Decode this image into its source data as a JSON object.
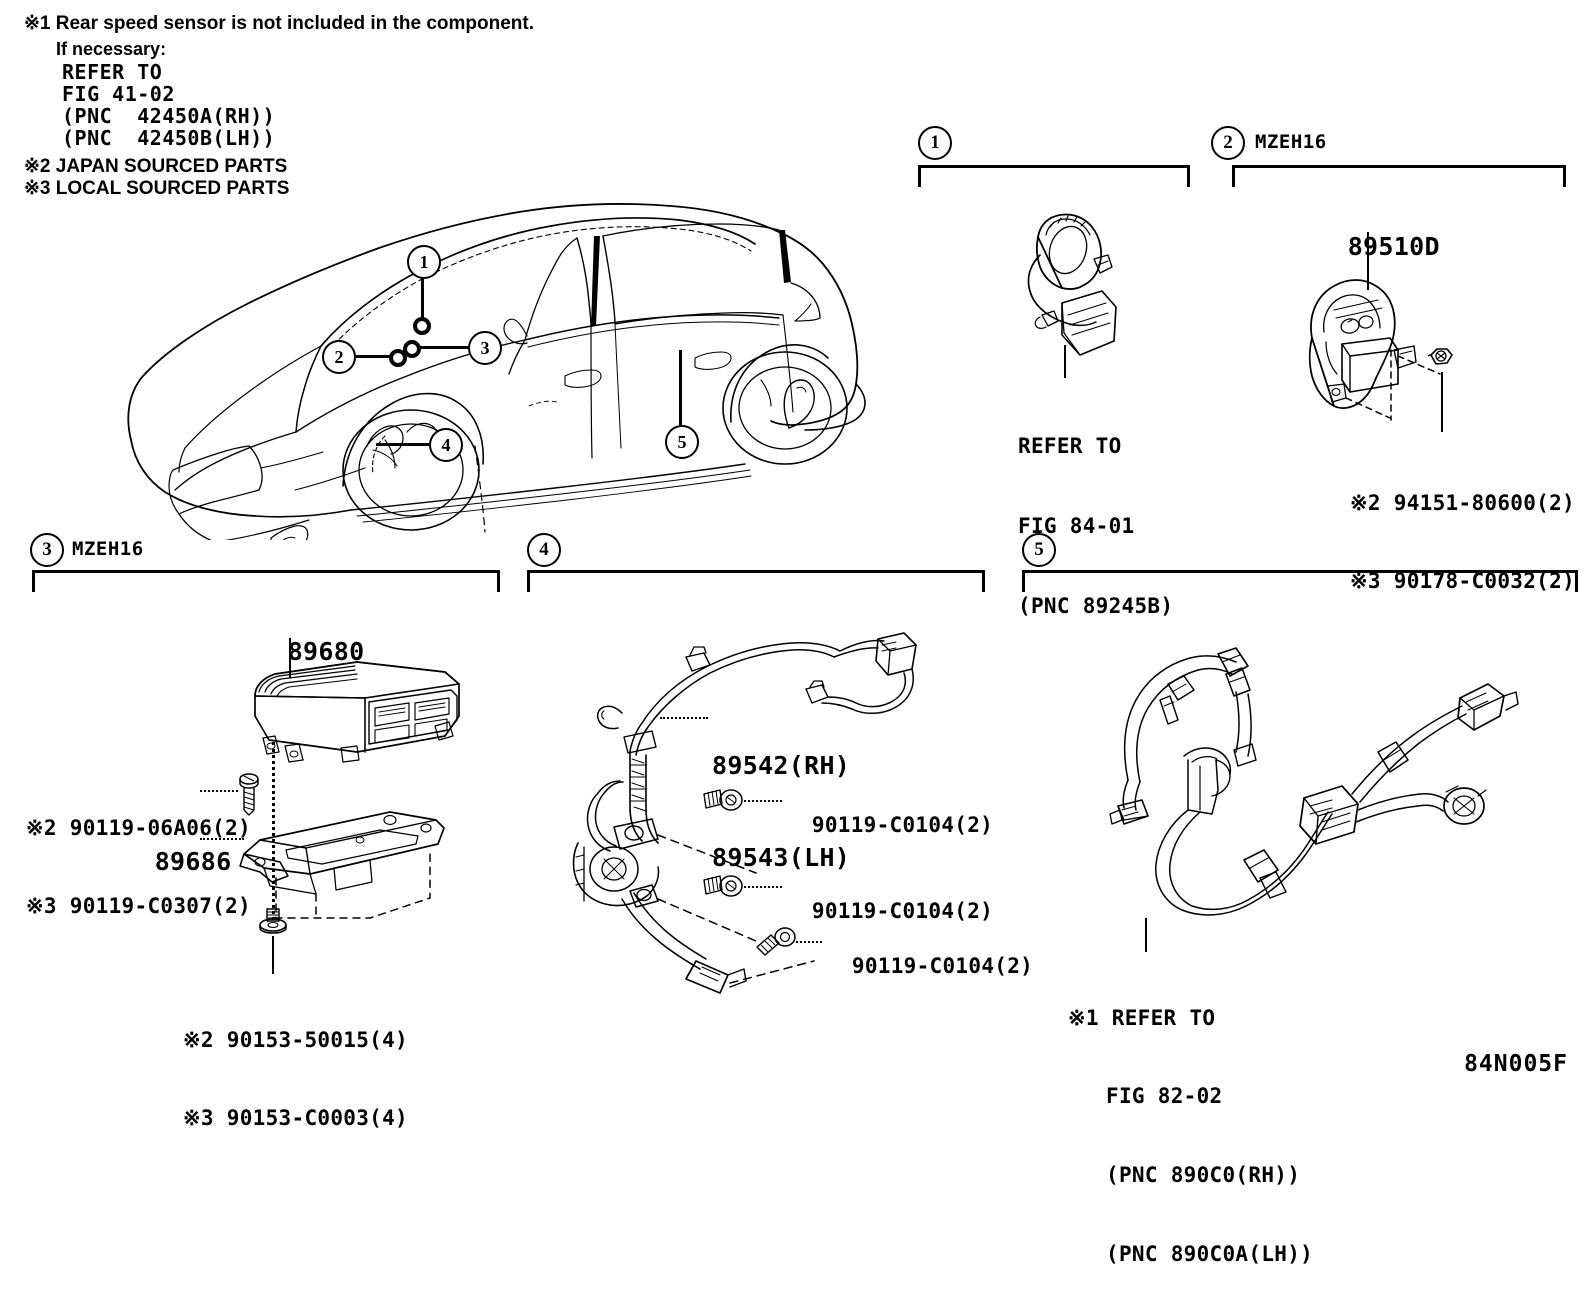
{
  "notes": {
    "items": [
      {
        "text": "※1 Rear speed sensor is not included in the component.",
        "style": "sans"
      },
      {
        "text": "If necessary:",
        "style": "sans"
      },
      {
        "text": "REFER TO",
        "style": "mono"
      },
      {
        "text": "FIG 41-02",
        "style": "mono"
      },
      {
        "text": "(PNC  42450A(RH))",
        "style": "mono"
      },
      {
        "text": "(PNC  42450B(LH))",
        "style": "mono"
      },
      {
        "text": "※2 JAPAN SOURCED PARTS",
        "style": "sans"
      },
      {
        "text": "※3 LOCAL SOURCED PARTS",
        "style": "sans"
      }
    ]
  },
  "vehicle": {
    "callouts": [
      {
        "number": "1"
      },
      {
        "number": "2"
      },
      {
        "number": "3"
      },
      {
        "number": "4"
      },
      {
        "number": "5"
      }
    ]
  },
  "panels": [
    {
      "number": "1",
      "code": "",
      "labels": [
        {
          "id": "p1-refer",
          "lines": [
            "REFER TO",
            "FIG 84-01",
            "(PNC 89245B)"
          ]
        }
      ]
    },
    {
      "number": "2",
      "code": "MZEH16",
      "labels": [
        {
          "id": "p2-part",
          "lines": [
            "89510D"
          ]
        },
        {
          "id": "p2-bolt",
          "lines": [
            "※2 94151-80600(2)",
            "※3 90178-C0032(2)"
          ]
        }
      ]
    },
    {
      "number": "3",
      "code": "MZEH16",
      "labels": [
        {
          "id": "p3-ecu",
          "lines": [
            "89680"
          ]
        },
        {
          "id": "p3-screw",
          "lines": [
            "※2 90119-06A06(2)",
            "※3 90119-C0307(2)"
          ]
        },
        {
          "id": "p3-bracket",
          "lines": [
            "89686"
          ]
        },
        {
          "id": "p3-nut",
          "lines": [
            "※2 90153-50015(4)",
            "※3 90153-C0003(4)"
          ]
        }
      ]
    },
    {
      "number": "4",
      "code": "",
      "labels": [
        {
          "id": "p4-sensor",
          "lines": [
            "89542(RH)",
            "89543(LH)"
          ]
        },
        {
          "id": "p4-bolt1",
          "lines": [
            "90119-C0104(2)"
          ]
        },
        {
          "id": "p4-bolt2",
          "lines": [
            "90119-C0104(2)"
          ]
        },
        {
          "id": "p4-bolt3",
          "lines": [
            "90119-C0104(2)"
          ]
        }
      ]
    },
    {
      "number": "5",
      "code": "",
      "labels": [
        {
          "id": "p5-refer",
          "lines": [
            "※1 REFER TO",
            "FIG 82-02",
            "(PNC 890C0(RH))",
            "(PNC 890C0A(LH))"
          ]
        }
      ]
    }
  ],
  "figure_code": "84N005F",
  "colors": {
    "ink": "#000000",
    "paper": "#ffffff"
  }
}
